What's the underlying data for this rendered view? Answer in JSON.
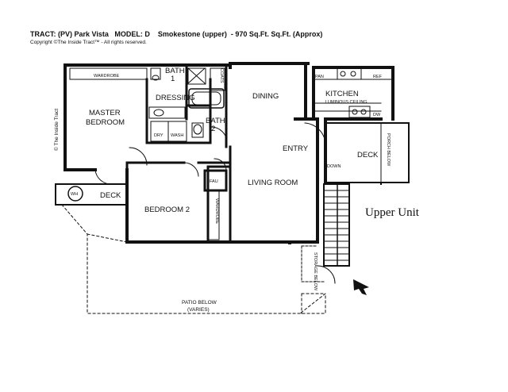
{
  "header": {
    "tract": "TRACT: (PV) Park Vista",
    "model": "MODEL: D",
    "name": "Smokestone (upper)",
    "size": "- 970 Sq.Ft. Sq.Ft. (Approx)",
    "copyright": "Copyright ©The Inside Tract™ - All rights reserved."
  },
  "watermark": "© The Inside Tract",
  "rooms": {
    "master_bedroom_1": "MASTER",
    "master_bedroom_2": "BEDROOM",
    "wardrobe_master": "WARDROBE",
    "bath1_line1": "BATH",
    "bath1_line2": "1",
    "coats": "COATS",
    "dressing": "DRESSING",
    "bath2_line1": "BATH",
    "bath2_line2": "2",
    "dry": "DRY",
    "wash": "WASH",
    "dining": "DINING",
    "pan": "PAN",
    "ref": "REF",
    "kitchen": "KITCHEN",
    "luminous": "LUMINOUS CEILING",
    "dw": "DW",
    "entry": "ENTRY",
    "deck_right": "DECK",
    "porch_below": "PORCH BELOW",
    "down": "DOWN",
    "wh": "WH",
    "deck_left": "DECK",
    "living": "LIVING ROOM",
    "fau": "FAU",
    "bedroom2": "BEDROOM 2",
    "wardrobe_bed2": "WARDROBE",
    "storage_below": "STORAGE BELOW",
    "patio_below_1": "PATIO BELOW",
    "patio_below_2": "(VARIES)"
  },
  "upper_unit": "Upper Unit",
  "icons": [
    "north-arrow-icon",
    "water-heater-icon"
  ]
}
